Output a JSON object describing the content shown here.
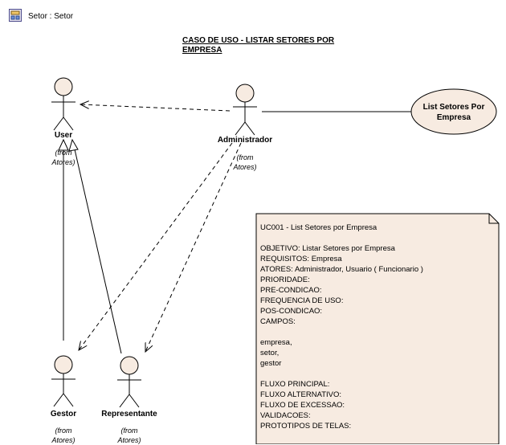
{
  "header": {
    "title": "Setor : Setor"
  },
  "diagram": {
    "title_line1": "CASO DE USO - LISTAR SETORES POR",
    "title_line2": "EMPRESA"
  },
  "actors": {
    "user": {
      "name": "User",
      "from_line1": "(from",
      "from_line2": "Atores)"
    },
    "administrador": {
      "name": "Administrador",
      "from_line1": "(from",
      "from_line2": "Atores)"
    },
    "gestor": {
      "name": "Gestor",
      "from_line1": "(from",
      "from_line2": "Atores)"
    },
    "representante": {
      "name": "Representante",
      "from_line1": "(from",
      "from_line2": "Atores)"
    }
  },
  "usecase": {
    "label": "List Setores Por Empresa"
  },
  "note": {
    "title": "UC001 - List Setores por Empresa",
    "block1": [
      "OBJETIVO: Listar Setores por Empresa",
      "REQUISITOS: Empresa",
      "ATORES: Administrador, Usuario ( Funcionario )",
      "PRIORIDADE:",
      "PRE-CONDICAO:",
      "FREQUENCIA DE USO:",
      "POS-CONDICAO:",
      "CAMPOS:"
    ],
    "fields": [
      "empresa,",
      "setor,",
      "gestor"
    ],
    "block2": [
      "FLUXO PRINCIPAL:",
      "FLUXO ALTERNATIVO:",
      "FLUXO DE EXCESSAO:",
      "VALIDACOES:",
      "PROTOTIPOS DE TELAS:"
    ]
  },
  "colors": {
    "actor_fill": "#f7ebe1",
    "usecase_fill": "#f7ebe1",
    "note_fill": "#f7ebe1",
    "stroke": "#000000"
  }
}
